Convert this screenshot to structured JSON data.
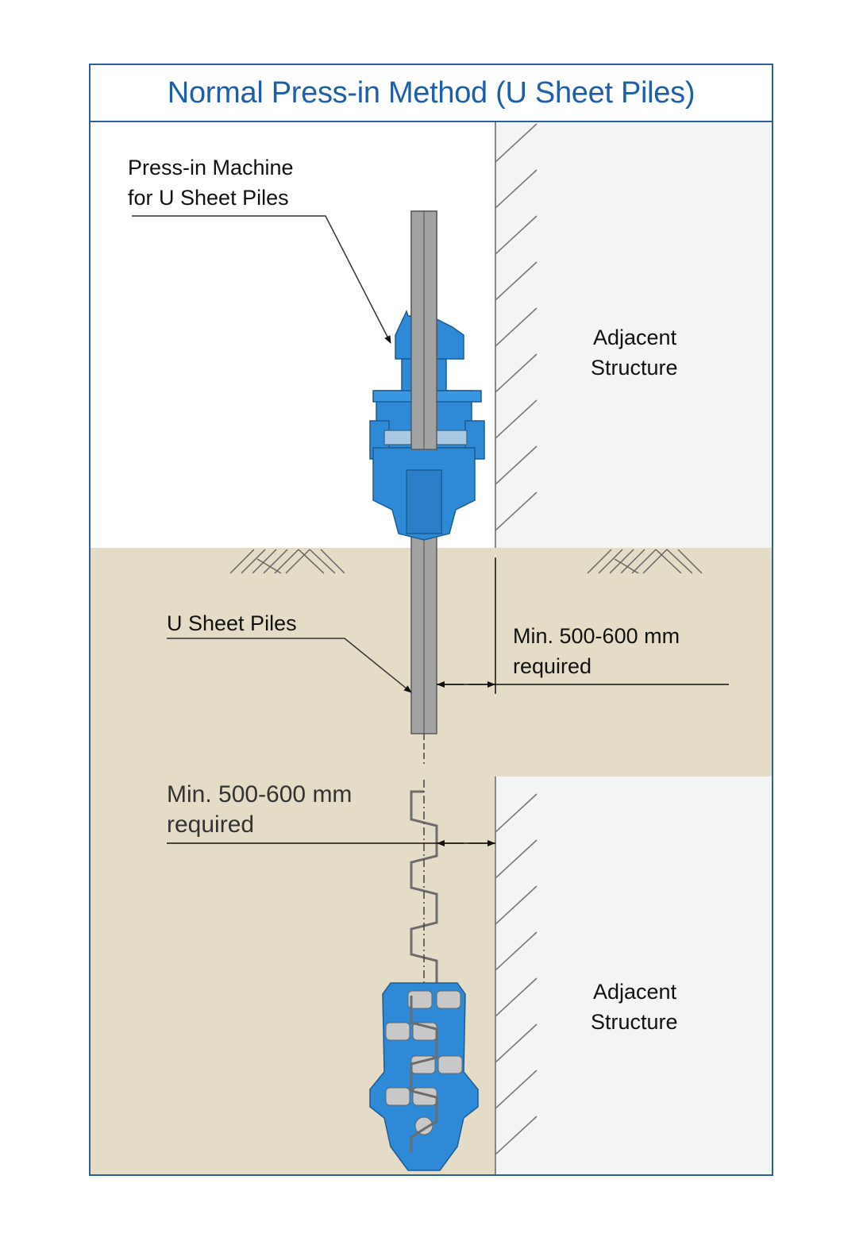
{
  "title": "Normal Press-in Method (U Sheet Piles)",
  "labels": {
    "machine_line1": "Press-in Machine",
    "machine_line2": "for U Sheet Piles",
    "piles": "U Sheet Piles",
    "adjacent_top_line1": "Adjacent",
    "adjacent_top_line2": "Structure",
    "adjacent_bottom_line1": "Adjacent",
    "adjacent_bottom_line2": "Structure",
    "clearance_elev_line1": "Min. 500-600 mm",
    "clearance_elev_line2": "required",
    "clearance_plan_line1": "Min. 500-600 mm",
    "clearance_plan_line2": "required"
  },
  "colors": {
    "frame": "#2a5fa0",
    "title": "#1d5fa8",
    "machine": "#2e8ad6",
    "soil": "#e5dcc7",
    "structure": "#f3f5f4",
    "pile": "#9a9a9a"
  }
}
